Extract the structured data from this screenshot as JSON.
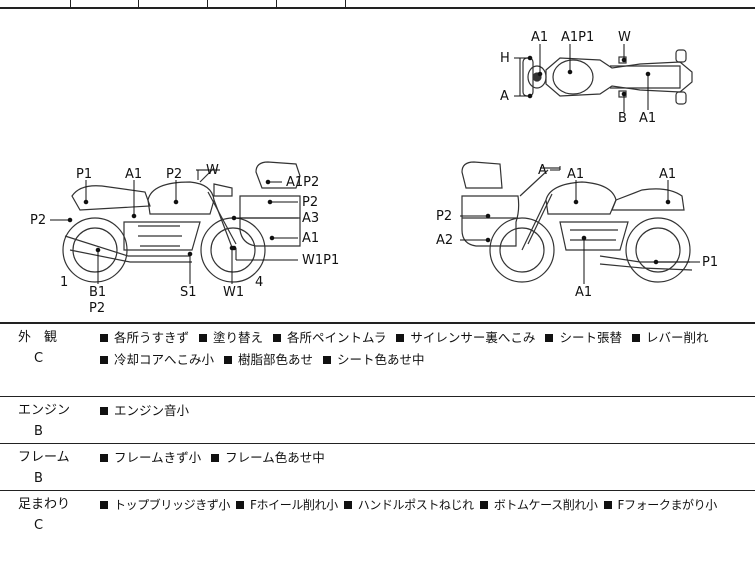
{
  "diagram": {
    "top_view": {
      "labels": [
        "A1",
        "A1P1",
        "W",
        "H",
        "A",
        "B",
        "A1"
      ]
    },
    "left_side": {
      "labels": [
        "P1",
        "A1",
        "P2",
        "W",
        "A1P2",
        "P2",
        "A3",
        "A1",
        "W1P1",
        "P2",
        "1",
        "B1",
        "P2",
        "S1",
        "W1",
        "4"
      ]
    },
    "right_side": {
      "labels": [
        "A",
        "A1",
        "A1",
        "P2",
        "A2",
        "P1",
        "A1"
      ]
    }
  },
  "conditions": [
    {
      "category": "外　観",
      "grade": "C",
      "items": [
        "各所うすきず",
        "塗り替え",
        "各所ペイントムラ",
        "サイレンサー裏へこみ",
        "シート張替",
        "レバー削れ",
        "冷却コアへこみ小",
        "樹脂部色あせ",
        "シート色あせ中"
      ]
    },
    {
      "category": "エンジン",
      "grade": "B",
      "items": [
        "エンジン音小"
      ]
    },
    {
      "category": "フレーム",
      "grade": "B",
      "items": [
        "フレームきず小",
        "フレーム色あせ中"
      ]
    },
    {
      "category": "足まわり",
      "grade": "C",
      "items": [
        "トップブリッジきず小",
        "Fホイール削れ小",
        "ハンドルポストねじれ",
        "ボトムケース削れ小",
        "Fフォークまがり小"
      ]
    }
  ]
}
